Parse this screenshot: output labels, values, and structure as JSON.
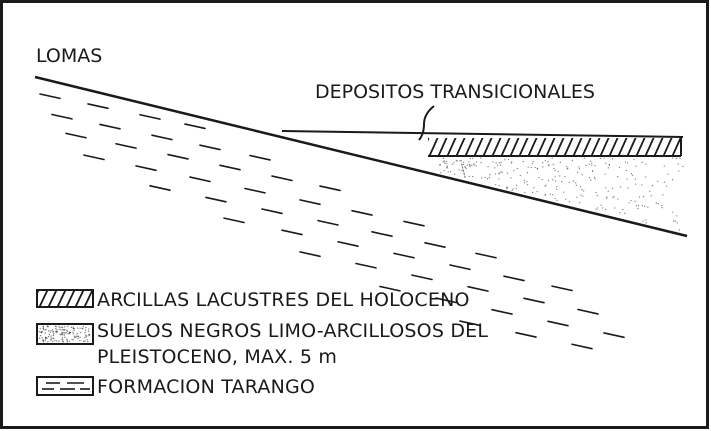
{
  "diagram": {
    "labels": {
      "lomas": "LOMAS",
      "depositos": "DEPOSITOS TRANSICIONALES"
    },
    "legend": [
      {
        "pattern": "hatched",
        "lines": [
          "ARCILLAS LACUSTRES DEL HOLOCENO"
        ]
      },
      {
        "pattern": "dotted",
        "lines": [
          "SUELOS NEGROS LIMO-ARCILLOSOS DEL",
          "PLEISTOCENO, MAX. 5 m"
        ]
      },
      {
        "pattern": "dashed",
        "lines": [
          "FORMACION TARANGO"
        ]
      }
    ],
    "colors": {
      "ink": "#1a1a1a",
      "paper": "#ffffff"
    }
  }
}
